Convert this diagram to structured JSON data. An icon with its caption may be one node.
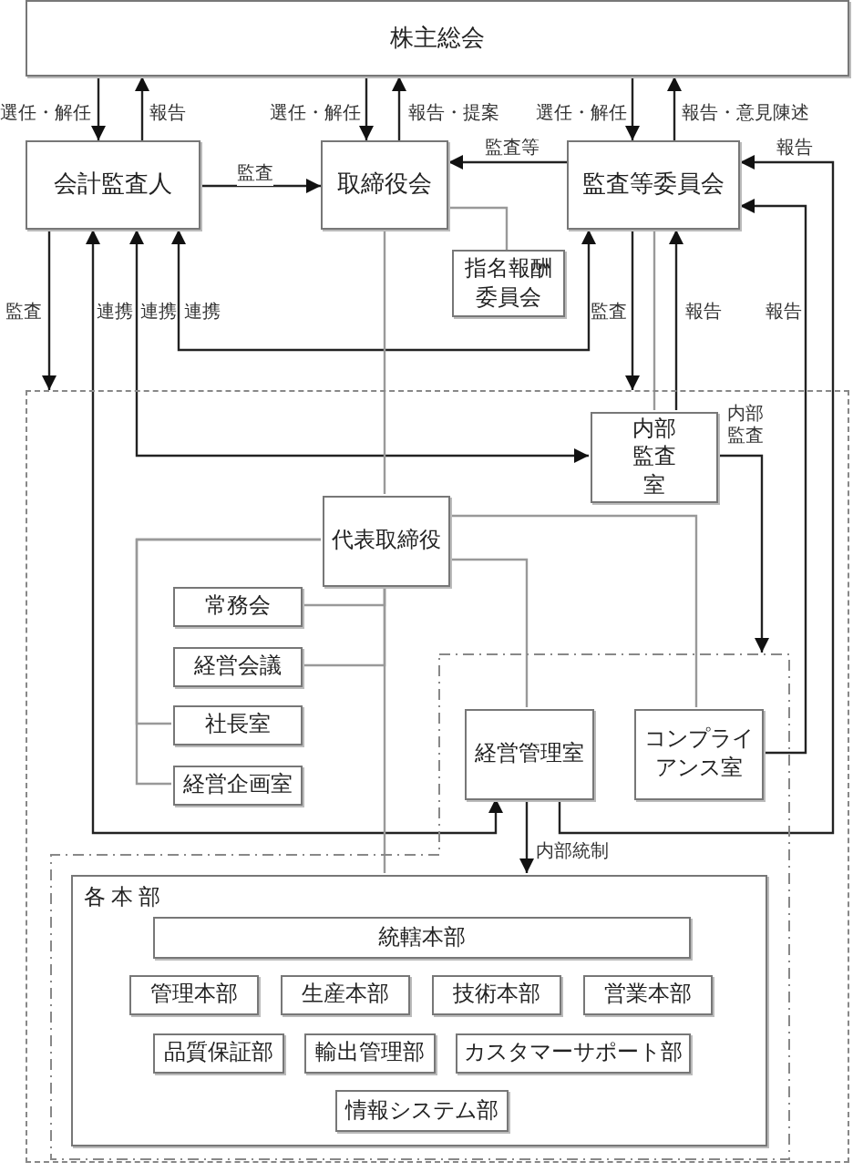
{
  "diagram": {
    "nodes": [
      {
        "text": [
          "株主総会"
        ]
      },
      {
        "text": [
          "会計監査人"
        ]
      },
      {
        "text": [
          "取締役会"
        ]
      },
      {
        "text": [
          "指名報酬委員会"
        ]
      },
      {
        "text": [
          "監査等委員会"
        ]
      },
      {
        "text": [],
        "shape": "box"
      },
      {
        "text": [
          "内部監査室"
        ],
        "in": 5
      },
      {
        "text": [
          "代表取締役"
        ],
        "in": 5
      },
      {
        "text": [
          "常務会"
        ],
        "in": 5
      },
      {
        "text": [
          "経営会議"
        ],
        "in": 5
      },
      {
        "text": [
          "社長室"
        ],
        "in": 5
      },
      {
        "text": [
          "経営企画室"
        ],
        "in": 5
      },
      {
        "text": [],
        "shape": "polygon",
        "in": 5
      },
      {
        "text": [
          "経営管理室"
        ],
        "in": 12
      },
      {
        "text": [
          "コンプライアンス室"
        ],
        "in": 12
      },
      {
        "text": [
          "各 本 部"
        ],
        "in": 12
      },
      {
        "text": [
          "統轄本部"
        ],
        "in": 15
      },
      {
        "text": [
          "管理本部"
        ],
        "in": 15
      },
      {
        "text": [
          "生産本部"
        ],
        "in": 15
      },
      {
        "text": [
          "技術本部"
        ],
        "in": 15
      },
      {
        "text": [
          "営業本部"
        ],
        "in": 15
      },
      {
        "text": [
          "品質保証部"
        ],
        "in": 15
      },
      {
        "text": [
          "輸出管理部"
        ],
        "in": 15
      },
      {
        "text": [
          "カスタマーサポート部"
        ],
        "in": 15
      },
      {
        "text": [
          "情報システム部"
        ],
        "in": 15
      }
    ],
    "edges": [
      {
        "from": 0,
        "to": 1,
        "arrow": "to",
        "label": "選任・解任"
      },
      {
        "from": 1,
        "to": 0,
        "arrow": "to",
        "label": "報告"
      },
      {
        "from": 0,
        "to": 2,
        "arrow": "to",
        "label": "選任・解任"
      },
      {
        "from": 2,
        "to": 0,
        "arrow": "to",
        "label": "報告・提案"
      },
      {
        "from": 0,
        "to": 4,
        "arrow": "to",
        "label": "選任・解任"
      },
      {
        "from": 4,
        "to": 0,
        "arrow": "to",
        "label": "報告・意見陳述"
      },
      {
        "from": 1,
        "to": 2,
        "arrow": "to",
        "label": "監査"
      },
      {
        "from": 4,
        "to": 2,
        "arrow": "to",
        "label": "監査等"
      },
      {
        "from": 2,
        "to": 3,
        "arrow": "none",
        "color": "#999999"
      },
      {
        "from": 1,
        "to": 5,
        "arrow": "to",
        "label": "監査"
      },
      {
        "from": 1,
        "to": 13,
        "arrow": "both",
        "label": "連携"
      },
      {
        "from": 1,
        "to": 6,
        "arrow": "both",
        "label": "連携"
      },
      {
        "from": 1,
        "to": 4,
        "arrow": "both",
        "label": "連携"
      },
      {
        "from": 4,
        "to": 5,
        "arrow": "to",
        "label": "監査"
      },
      {
        "from": 4,
        "to": 6,
        "arrow": "none",
        "color": "#999999"
      },
      {
        "from": 6,
        "to": 4,
        "arrow": "to",
        "label": "報告"
      },
      {
        "from": 13,
        "to": 4,
        "arrow": "to",
        "label": "報告"
      },
      {
        "from": 14,
        "to": 4,
        "arrow": "to",
        "label": "報告"
      },
      {
        "from": 6,
        "to": 12,
        "arrow": "to",
        "label": "内部監査"
      },
      {
        "from": 2,
        "to": 7,
        "arrow": "none",
        "color": "#999999"
      },
      {
        "from": 7,
        "to": 8,
        "arrow": "none",
        "color": "#999999"
      },
      {
        "from": 7,
        "to": 9,
        "arrow": "none",
        "color": "#999999"
      },
      {
        "from": 7,
        "to": 10,
        "arrow": "none",
        "color": "#999999"
      },
      {
        "from": 7,
        "to": 11,
        "arrow": "none",
        "color": "#999999"
      },
      {
        "from": 7,
        "to": 13,
        "arrow": "none",
        "color": "#999999"
      },
      {
        "from": 7,
        "to": 14,
        "arrow": "none",
        "color": "#999999"
      },
      {
        "from": 7,
        "to": 15,
        "arrow": "none",
        "color": "#999999"
      },
      {
        "from": 13,
        "to": 15,
        "arrow": "to",
        "label": "内部統制"
      }
    ]
  }
}
